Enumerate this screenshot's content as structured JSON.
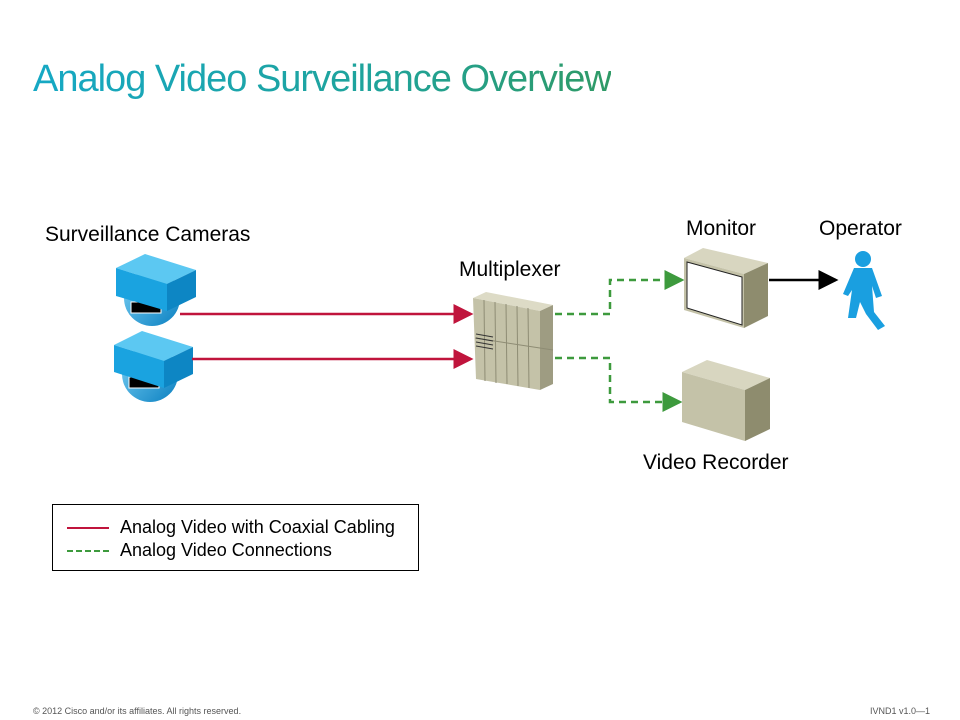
{
  "title": "Analog Video Surveillance Overview",
  "labels": {
    "cameras": "Surveillance Cameras",
    "multiplexer": "Multiplexer",
    "monitor": "Monitor",
    "operator": "Operator",
    "recorder": "Video Recorder"
  },
  "legend": [
    {
      "label": "Analog Video with Coaxial Cabling",
      "style": "solid",
      "color": "#c0143c"
    },
    {
      "label": "Analog Video Connections",
      "style": "dashed",
      "color": "#3d9a3d"
    }
  ],
  "colors": {
    "camera": "#1aa3e0",
    "device": "#c4c2a8",
    "operator": "#1a9fe0"
  },
  "footer": {
    "copyright": "© 2012 Cisco and/or its affiliates. All rights reserved.",
    "slide_id": "IVND1 v1.0—1"
  }
}
